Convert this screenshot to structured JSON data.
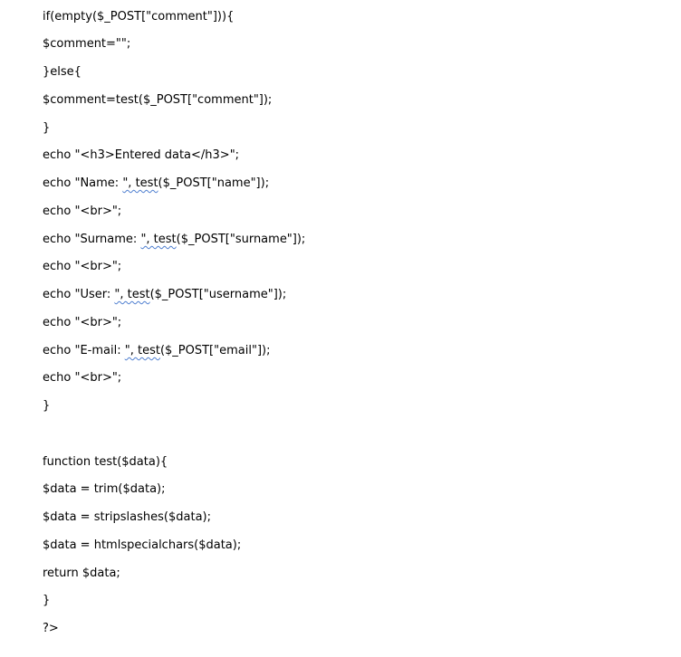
{
  "document": {
    "lines": [
      "if(empty($_POST[\"comment\"])){",
      "$comment=\"\";",
      "}else{",
      "$comment=test($_POST[\"comment\"]);",
      "}",
      "echo \"<h3>Entered data</h3>\";",
      {
        "pre": "echo \"Name: ",
        "flag": "\", test",
        "post": "($_POST[\"name\"]);"
      },
      "echo \"<br>\";",
      {
        "pre": "echo \"Surname: ",
        "flag": "\", test",
        "post": "($_POST[\"surname\"]);"
      },
      "echo \"<br>\";",
      {
        "pre": "echo \"User: ",
        "flag": "\", test",
        "post": "($_POST[\"username\"]);"
      },
      "echo \"<br>\";",
      {
        "pre": "echo \"E-mail: ",
        "flag": "\", test",
        "post": "($_POST[\"email\"]);"
      },
      "echo \"<br>\";",
      "}",
      "function test($data){",
      "$data = trim($data);",
      "$data = stripslashes($data);",
      "$data = htmlspecialchars($data);",
      "return $data;",
      "}",
      "?>"
    ],
    "spellcheck_color": "#4f7fd0"
  }
}
